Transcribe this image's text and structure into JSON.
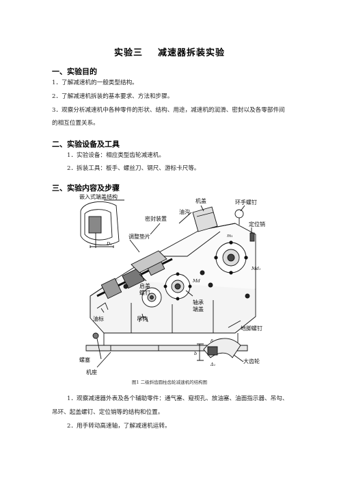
{
  "document": {
    "title_part1": "实验三",
    "title_part2": "减速器拆装实验",
    "sections": [
      {
        "heading": "一、实验目的",
        "items": [
          "1．了解减速机的一般类型结构。",
          "2．了解减速机拆装的基本要求、方法和步骤。",
          "3．观察分析减速机中各种零件的形状、结构、用途，减速机的润滑、密封以及各零部件间",
          "的相互位置关系。"
        ]
      },
      {
        "heading": "二、实验设备及工具",
        "items": [
          "1．实验设备：相应类型齿轮减速机。",
          "2．拆装工具：板手、螺丝刀、钢尺、游标卡尺等。"
        ]
      },
      {
        "heading": "三、实验内容及步骤",
        "items": [
          "1．观察减速器外表及各个辅助零件：通气塞、窥视孔、放油塞、油面指示器、吊勾、",
          "吊环、起盖螺钉、定位销等的结构和位置。",
          "2．用手转动高速轴，了解减速机运转。"
        ]
      }
    ],
    "figure": {
      "caption": "图1 二级斜齿圆柱齿轮减速机的结构图",
      "labels": {
        "embedded_cap": "嵌入式端盖结构",
        "cover": "机盖",
        "ring_screw": "环手螺钉",
        "oil_groove": "油沟",
        "seal": "密封装置",
        "locating_pin": "定位销",
        "shim": "调整垫片",
        "cap_screw_1": "启盖",
        "cap_screw_2": "螺钉",
        "bearing": "轴承",
        "end_cap": "端盖",
        "dipstick": "油标",
        "hook": "吊钩",
        "anchor_bolt": "地脚螺钉",
        "plug": "螺塞",
        "base": "机座",
        "big_gear": "大齿轮",
        "sym_d1": "D₁",
        "sym_m1": "m₁",
        "sym_md1": "Md₁",
        "sym_md": "Md",
        "sym_delta": "δ",
        "sym_delta1": "Δ₁",
        "sym_b": "b"
      }
    }
  }
}
